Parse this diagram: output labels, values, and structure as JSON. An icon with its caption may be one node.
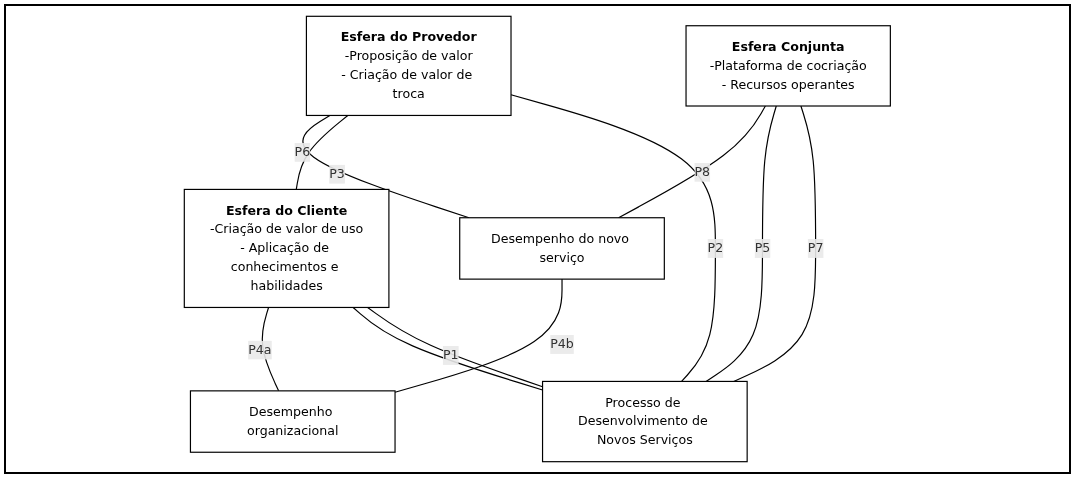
{
  "diagram": {
    "nodes": [
      {
        "text": [
          "Esfera do Provedor",
          "-Proposição de valor",
          "- Criação de valor de troca"
        ]
      },
      {
        "text": [
          "Esfera Conjunta",
          "-Plataforma de cocriação",
          "- Recursos operantes"
        ]
      },
      {
        "text": [
          "Esfera do Cliente",
          "-Criação de valor de uso",
          "- Aplicação de conhecimentos e habilidades"
        ]
      },
      {
        "text": [
          "Desempenho do novo serviço"
        ]
      },
      {
        "text": [
          "Desempenho organizacional"
        ]
      },
      {
        "text": [
          "Processo de Desenvolvimento de Novos Serviços"
        ]
      }
    ],
    "edges": [
      {
        "from": 0,
        "to": 3,
        "arrow": "none",
        "label": "P3"
      },
      {
        "from": 0,
        "to": 2,
        "arrow": "none",
        "label": "P6"
      },
      {
        "from": 1,
        "to": 3,
        "arrow": "none",
        "label": "P8"
      },
      {
        "from": 3,
        "to": 4,
        "arrow": "none",
        "label": "P4b"
      },
      {
        "from": 2,
        "to": 4,
        "arrow": "none",
        "label": "P4a"
      },
      {
        "from": 0,
        "to": 5,
        "arrow": "none",
        "label": "P2"
      },
      {
        "from": 1,
        "to": 5,
        "arrow": "none",
        "label": "P5"
      },
      {
        "from": 1,
        "to": 5,
        "arrow": "none",
        "label": "P7"
      },
      {
        "from": 2,
        "to": 5,
        "arrow": "none"
      },
      {
        "from": 2,
        "to": 5,
        "arrow": "none",
        "label": "P1"
      }
    ]
  }
}
